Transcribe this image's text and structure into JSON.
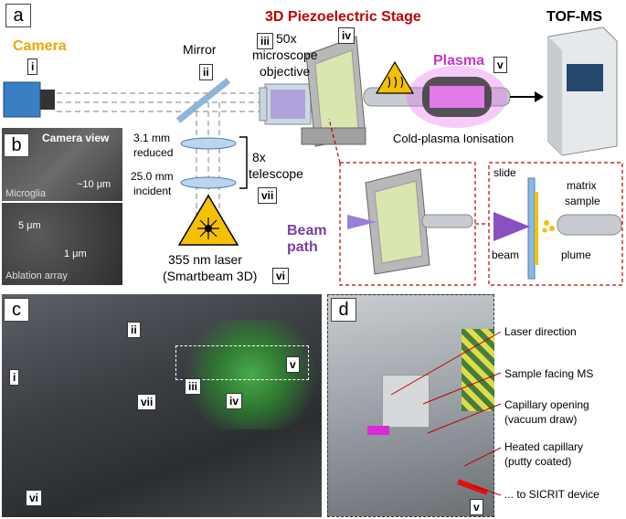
{
  "panel_a": {
    "label": "a",
    "camera": "Camera",
    "mirror": "Mirror",
    "stage_title": "3D Piezoelectric Stage",
    "objective_line1": "50x",
    "objective_line2": "microscope",
    "objective_line3": "objective",
    "plasma": "Plasma",
    "tofms": "TOF-MS",
    "ionisation": "Cold-plasma Ionisation",
    "reduced_value": "3.1 mm",
    "reduced_label": "reduced",
    "incident_value": "25.0 mm",
    "incident_label": "incident",
    "telescope_value": "8x",
    "telescope_label": "telescope",
    "laser_line1": "355 nm laser",
    "laser_line2": "(Smartbeam 3D)",
    "beam_path": "Beam path",
    "zoom_labels": {
      "slide": "slide",
      "matrix": "matrix",
      "sample": "sample",
      "beam": "beam",
      "plume": "plume"
    },
    "romans": {
      "i": "i",
      "ii": "ii",
      "iii": "iii",
      "iv": "iv",
      "v": "v",
      "vi": "vi",
      "vii": "vii"
    }
  },
  "panel_b": {
    "label": "b",
    "camera_view": "Camera view",
    "scale_top": "~10 μm",
    "microglia": "Microglia",
    "scale_5": "5 μm",
    "scale_1": "1 μm",
    "ablation": "Ablation array"
  },
  "panel_c": {
    "label": "c",
    "romans": {
      "i": "i",
      "ii": "ii",
      "iii": "iii",
      "iv": "iv",
      "v": "v",
      "vi": "vi",
      "vii": "vii"
    }
  },
  "panel_d": {
    "label": "d",
    "annotations": [
      "Laser direction",
      "Sample facing MS",
      "Capillary opening",
      "(vacuum draw)",
      "Heated capillary",
      "(putty coated)",
      "... to SICRIT device"
    ],
    "roman_v": "v"
  },
  "colors": {
    "camera": "#f0a500",
    "stage": "#c00000",
    "plasma": "#cc33cc",
    "beam": "#7a3fa0",
    "dashed_red": "#c00000"
  }
}
